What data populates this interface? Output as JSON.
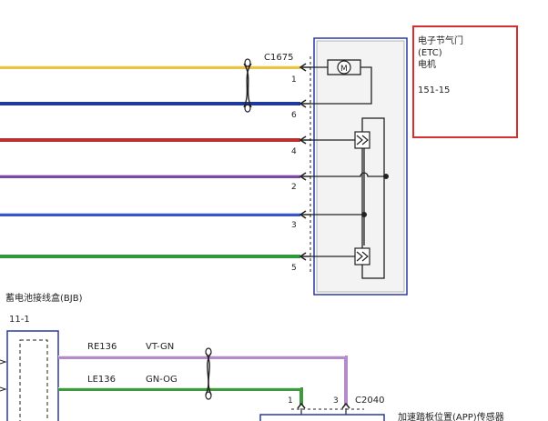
{
  "diagram": {
    "etc": {
      "connector": "C1675",
      "title_line1": "电子节气门",
      "title_line2": "(ETC)",
      "title_line3": "电机",
      "code": "151-15",
      "motor_symbol": "M",
      "pins": [
        "1",
        "6",
        "4",
        "2",
        "3",
        "5"
      ]
    },
    "bjb": {
      "title": "蓄电池接线盒(BJB)",
      "ref": "11-1"
    },
    "app": {
      "connector": "C2040",
      "label": "加速踏板位置(APP)传感器",
      "pins": [
        "1",
        "3"
      ]
    },
    "circuits": [
      {
        "id": "RE136",
        "color_code": "VT-GN"
      },
      {
        "id": "LE136",
        "color_code": "GN-OG"
      }
    ],
    "wire_colors": {
      "yellow": "#f5c542",
      "blue": "#1f3a9e",
      "red": "#b8312f",
      "purple": "#7a4aa0",
      "light_blue": "#3a55c8",
      "green": "#2f9a3a",
      "vt_gn": "#b58ac8",
      "gn_og": "#3f9a3f",
      "highlight_box": "#d62f2f"
    }
  }
}
